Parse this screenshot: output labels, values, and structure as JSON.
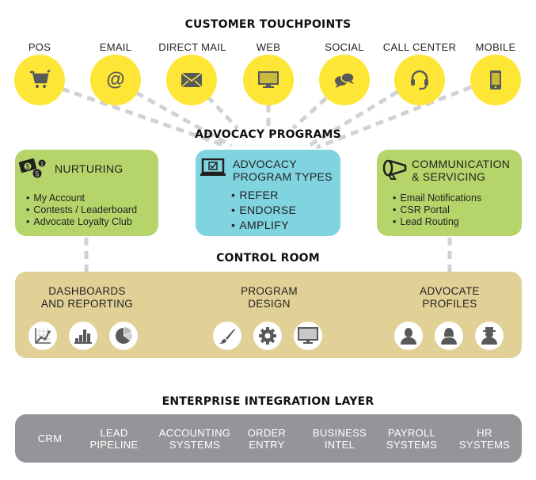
{
  "headings": {
    "touchpoints": "CUSTOMER TOUCHPOINTS",
    "advocacy_programs": "ADVOCACY PROGRAMS",
    "control_room": "CONTROL ROOM",
    "enterprise": "ENTERPRISE INTEGRATION LAYER"
  },
  "touchpoints": [
    {
      "label": "POS",
      "icon": "shopping-cart-icon"
    },
    {
      "label": "EMAIL",
      "icon": "at-sign-icon"
    },
    {
      "label": "DIRECT MAIL",
      "icon": "envelope-icon"
    },
    {
      "label": "WEB",
      "icon": "desktop-monitor-icon"
    },
    {
      "label": "SOCIAL",
      "icon": "chat-bubbles-icon"
    },
    {
      "label": "CALL CENTER",
      "icon": "headset-icon"
    },
    {
      "label": "MOBILE",
      "icon": "smartphone-icon"
    }
  ],
  "programs": {
    "nurturing": {
      "title": "NURTURING",
      "icon": "money-icon",
      "items": [
        "My Account",
        "Contests / Leaderboard",
        "Advocate Loyalty Club"
      ]
    },
    "types": {
      "title_line1": "ADVOCACY",
      "title_line2": "PROGRAM TYPES",
      "icon": "laptop-checkbox-icon",
      "items": [
        "REFER",
        "ENDORSE",
        "AMPLIFY"
      ]
    },
    "communication": {
      "title_line1": "COMMUNICATION",
      "title_line2": "& SERVICING",
      "icon": "megaphone-icon",
      "items": [
        "Email Notifications",
        "CSR Portal",
        "Lead Routing"
      ]
    }
  },
  "control_room": [
    {
      "title_line1": "DASHBOARDS",
      "title_line2": "AND REPORTING",
      "icons": [
        "line-chart-icon",
        "bar-chart-icon",
        "pie-chart-icon"
      ]
    },
    {
      "title_line1": "PROGRAM",
      "title_line2": "DESIGN",
      "icons": [
        "paintbrush-icon",
        "gear-icon",
        "monitor-icon"
      ]
    },
    {
      "title_line1": "ADVOCATE",
      "title_line2": "PROFILES",
      "icons": [
        "user-male-icon",
        "user-female-icon",
        "user-hat-icon"
      ]
    }
  ],
  "enterprise": [
    {
      "line1": "CRM",
      "line2": ""
    },
    {
      "line1": "LEAD",
      "line2": "PIPELINE"
    },
    {
      "line1": "ACCOUNTING",
      "line2": "SYSTEMS"
    },
    {
      "line1": "ORDER",
      "line2": "ENTRY"
    },
    {
      "line1": "BUSINESS",
      "line2": "INTEL"
    },
    {
      "line1": "PAYROLL",
      "line2": "SYSTEMS"
    },
    {
      "line1": "HR",
      "line2": "SYSTEMS"
    }
  ],
  "colors": {
    "touchpoint_yellow": "#fde636",
    "program_green": "#b5d56a",
    "program_cyan": "#7fd4df",
    "control_room_tan": "#e1d196",
    "enterprise_gray": "#939598",
    "connector_gray": "#d1d2d3",
    "icon_dark": "#58595b"
  }
}
